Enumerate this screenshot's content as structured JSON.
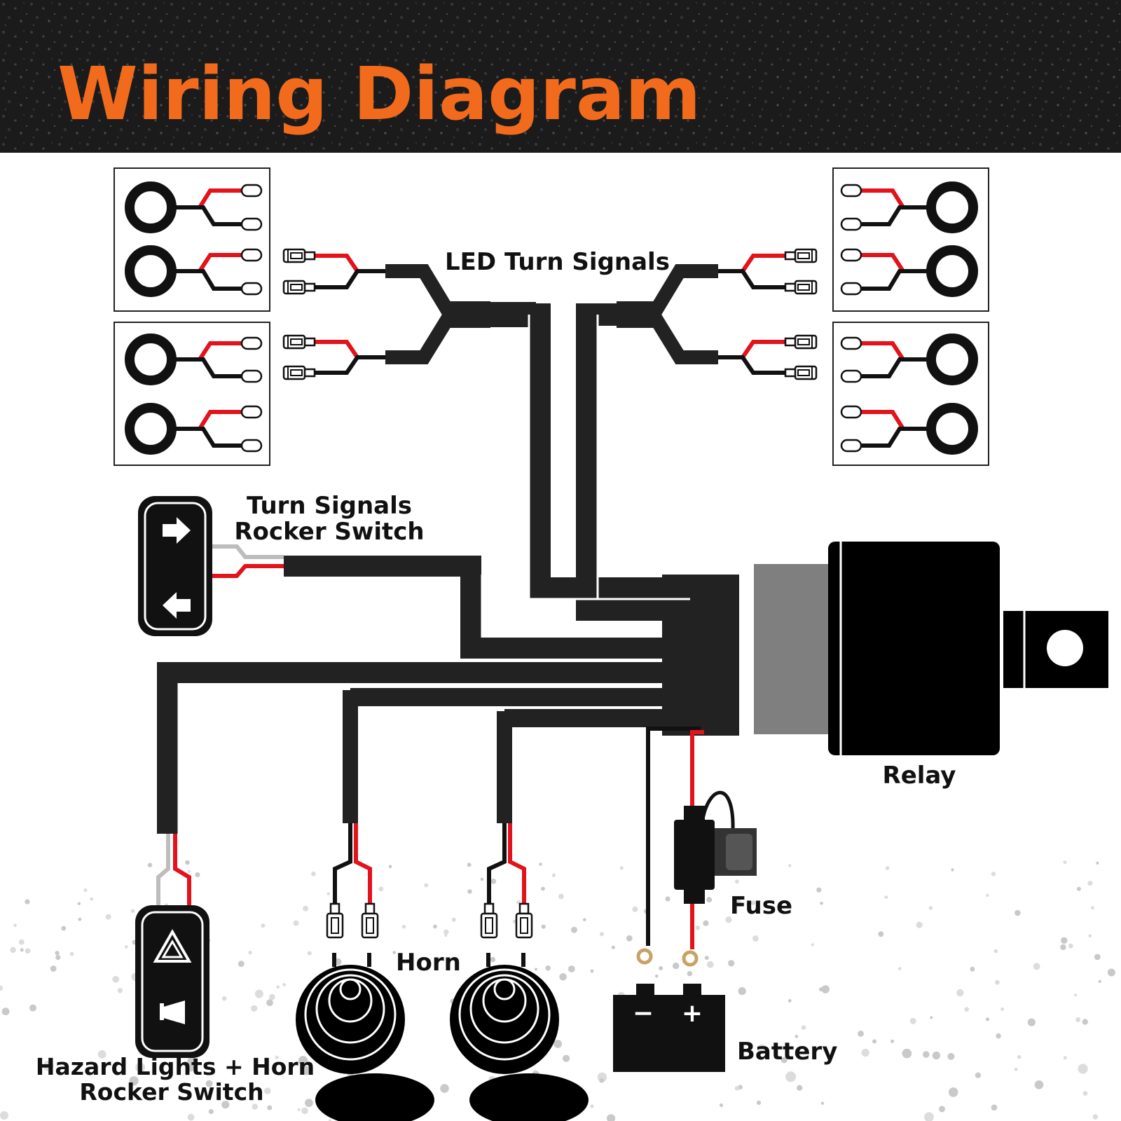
{
  "title": "Wiring Diagram",
  "labels": {
    "led_turn_signals": "LED Turn Signals",
    "turn_switch_line1": "Turn Signals",
    "turn_switch_line2": "Rocker Switch",
    "relay": "Relay",
    "fuse": "Fuse",
    "horn": "Horn",
    "battery": "Battery",
    "battery_minus": "−",
    "battery_plus": "+",
    "hazard_line1": "Hazard Lights + Horn",
    "hazard_line2": "Rocker Switch"
  },
  "colors": {
    "title": "#F26B1D",
    "header_bg": "#1b1b1b",
    "harness": "#222222",
    "wire_red": "#E3121B",
    "wire_black": "#111111",
    "wire_gray": "#BDBDBD",
    "relay_body": "#000000",
    "relay_socket": "#7f7f7f",
    "terminal_ring": "#C8A165"
  },
  "icons": {
    "turn_switch": [
      "arrow-right-icon",
      "arrow-left-icon"
    ],
    "hazard_switch": [
      "hazard-triangle-icon",
      "horn-icon"
    ]
  }
}
